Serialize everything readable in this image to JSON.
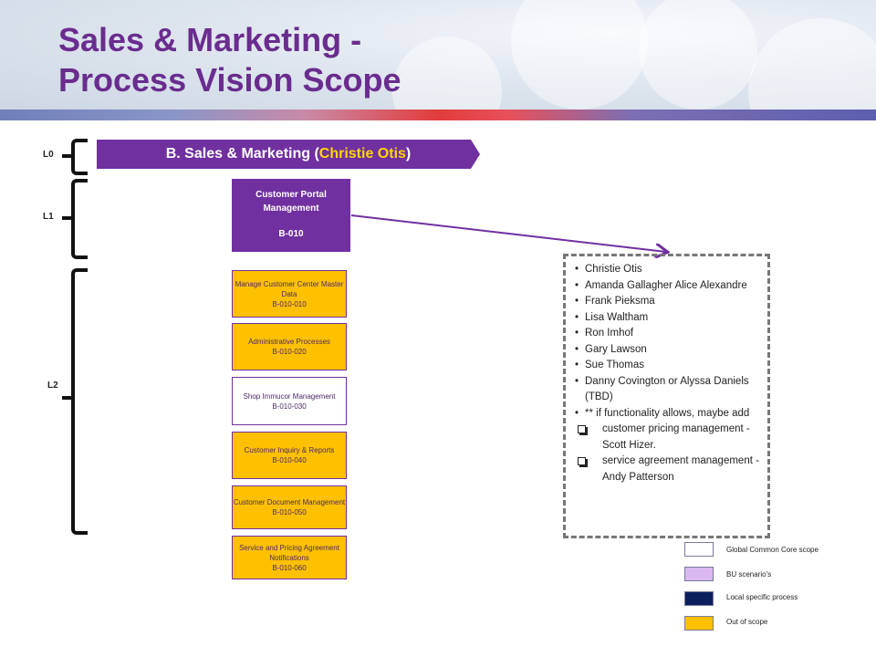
{
  "title_lines": [
    "Sales & Marketing -",
    "Process Vision Scope"
  ],
  "levels": {
    "l0": "L0",
    "l1": "L1",
    "l2": "L2"
  },
  "l0": {
    "prefix": "B. Sales & Marketing (",
    "owner": "Christie Otis",
    "suffix": ")"
  },
  "l1": {
    "name_line1": "Customer Portal",
    "name_line2": "Management",
    "code": "B-010"
  },
  "l2_items": [
    {
      "name": "Manage Customer Center Master Data",
      "code": "B-010-010",
      "scope": "out-of-scope"
    },
    {
      "name": "Administrative Processes",
      "code": "B-010-020",
      "scope": "out-of-scope"
    },
    {
      "name": "Shop Immucor Management",
      "code": "B-010-030",
      "scope": "global-common-core"
    },
    {
      "name": "Customer Inquiry & Reports",
      "code": "B-010-040",
      "scope": "out-of-scope"
    },
    {
      "name": "Customer Document Management",
      "code": "B-010-050",
      "scope": "out-of-scope"
    },
    {
      "name": "Service and Pricing Agreement Notifications",
      "code": "B-010-060",
      "scope": "out-of-scope"
    }
  ],
  "people": {
    "bullets": [
      "Christie Otis",
      "Amanda Gallagher Alice Alexandre",
      "Frank Pieksma",
      "Lisa Waltham",
      "Ron Imhof",
      "Gary Lawson",
      "Sue Thomas",
      "Danny Covington or Alyssa Daniels (TBD)",
      "** if functionality allows, maybe add"
    ],
    "checkboxes": [
      "customer pricing management - Scott Hizer.",
      "service agreement management - Andy Patterson"
    ]
  },
  "legend": [
    {
      "label": "Global Common Core scope",
      "color": "#ffffff"
    },
    {
      "label": "BU scenario's",
      "color": "#d9b8f0"
    },
    {
      "label": "Local specific process",
      "color": "#0b1f5c"
    },
    {
      "label": "Out of scope",
      "color": "#ffc000"
    }
  ],
  "colors": {
    "title": "#6a2c8e",
    "primary": "#7030a0",
    "highlight": "#ffd700",
    "out_of_scope": "#ffc000"
  }
}
